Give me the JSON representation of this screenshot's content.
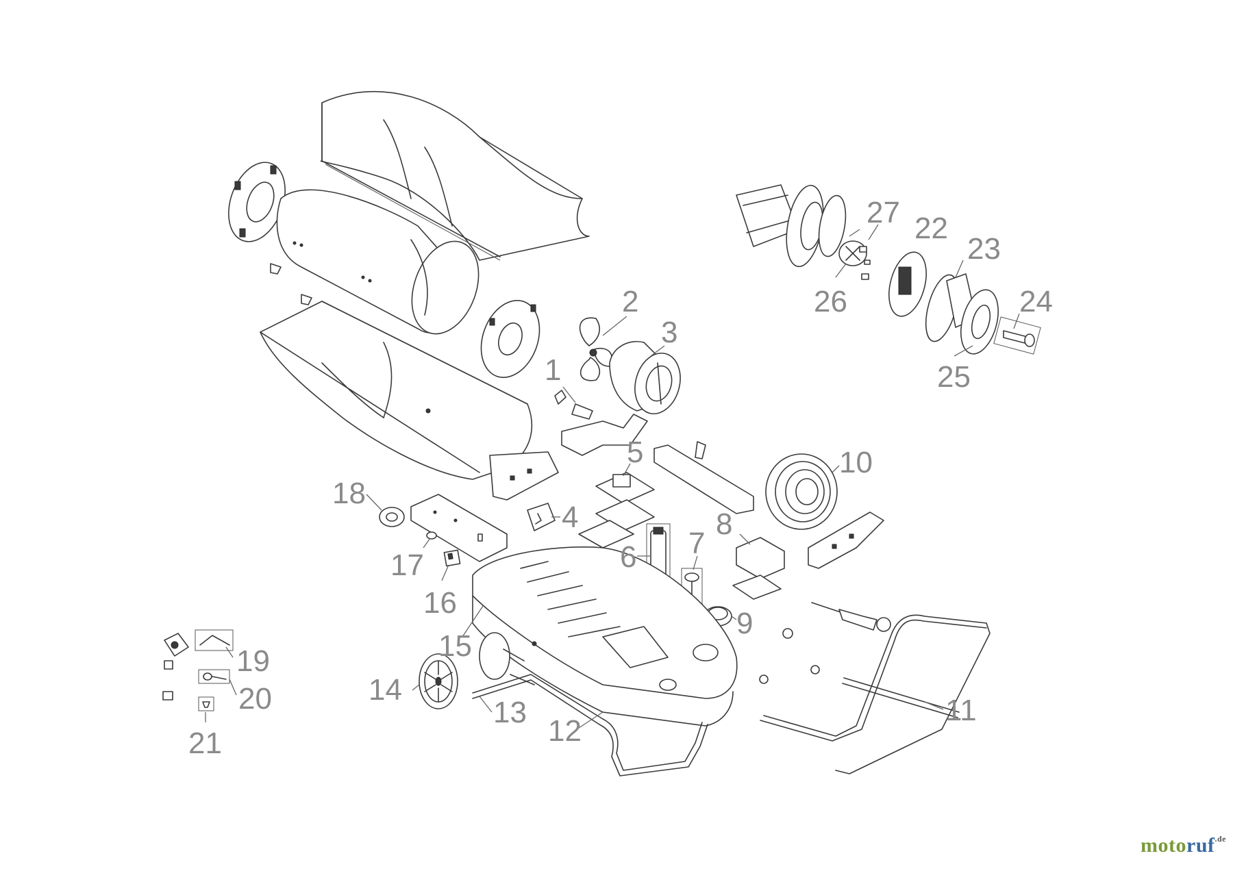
{
  "labels": [
    "1",
    "2",
    "3",
    "4",
    "5",
    "6",
    "7",
    "8",
    "9",
    "10",
    "11",
    "12",
    "13",
    "14",
    "15",
    "16",
    "17",
    "18",
    "19",
    "20",
    "21",
    "22",
    "23",
    "24",
    "25",
    "26",
    "27"
  ],
  "brand": {
    "part1": "moto",
    "part2": "ruf",
    "tld": ".de"
  }
}
